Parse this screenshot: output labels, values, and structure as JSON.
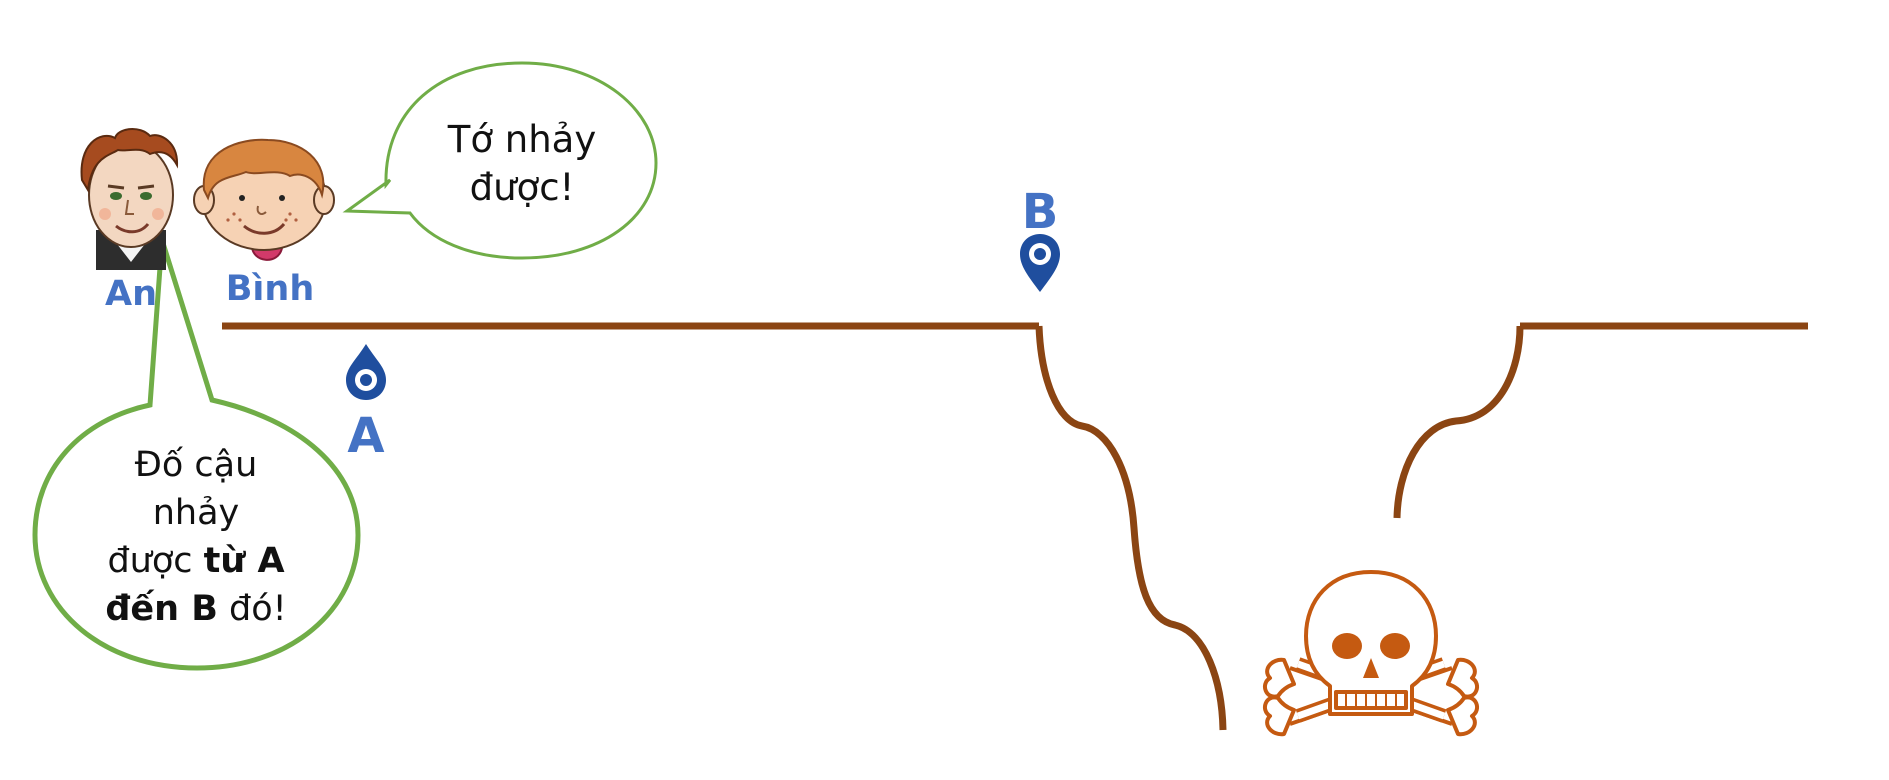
{
  "characters": {
    "an": {
      "name": "An"
    },
    "binh": {
      "name": "Bình"
    }
  },
  "markers": {
    "a": {
      "label": "A"
    },
    "b": {
      "label": "B"
    }
  },
  "bubbles": {
    "binh_says": {
      "line1": "Tớ nhảy",
      "line2": "được!"
    },
    "an_says": {
      "line1": "Đố cậu",
      "line2": "nhảy",
      "line3a": "được ",
      "line3b": "từ A",
      "line4a": "đến B",
      "line4b": " đó!"
    }
  },
  "colors": {
    "ground": "#8B4513",
    "label_blue": "#4472C4",
    "marker_blue": "#1F4E9E",
    "bubble_green": "#70AD47",
    "skull_orange": "#C55A11"
  },
  "icons": [
    "location-pin-icon",
    "skull-crossbones-icon",
    "boy-an-avatar",
    "boy-binh-avatar"
  ]
}
